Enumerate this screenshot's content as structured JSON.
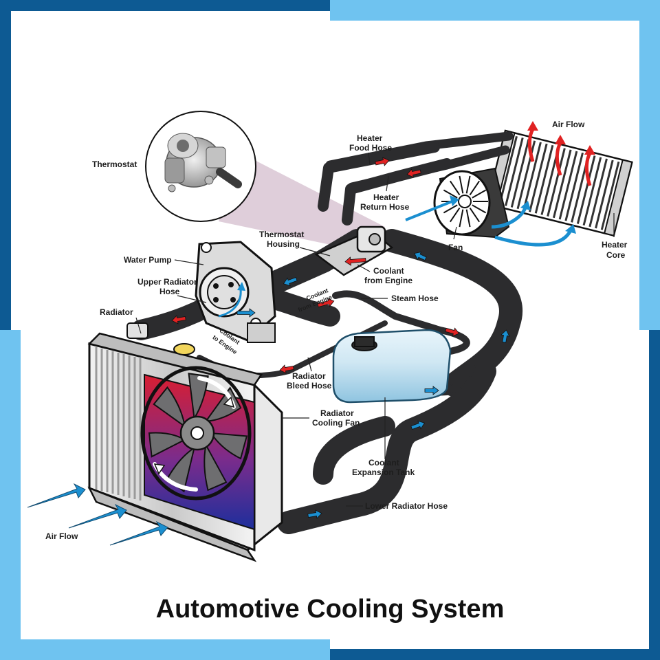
{
  "title": "Automotive Cooling System",
  "labels": {
    "thermostat": "Thermostat",
    "heater_food_hose_1": "Heater",
    "heater_food_hose_2": "Food Hose",
    "air_flow_top": "Air Flow",
    "heater_return_1": "Heater",
    "heater_return_2": "Return Hose",
    "thermostat_housing_1": "Thermostat",
    "thermostat_housing_2": "Housing",
    "fan": "Fan",
    "heater_core_1": "Heater",
    "heater_core_2": "Core",
    "water_pump": "Water Pump",
    "coolant_from_engine_1": "Coolant",
    "coolant_from_engine_2": "from Engine",
    "upper_radiator_hose_1": "Upper Radiator",
    "upper_radiator_hose_2": "Hose",
    "coolant_from_engine_small_1": "Coolant",
    "coolant_from_engine_small_2": "from Engine",
    "steam_hose": "Steam Hose",
    "radiator": "Radiator",
    "coolant_to_engine_1": "Coolant",
    "coolant_to_engine_2": "to Engine",
    "radiator_bleed_hose_1": "Radiator",
    "radiator_bleed_hose_2": "Bleed Hose",
    "radiator_cooling_fan_1": "Radiator",
    "radiator_cooling_fan_2": "Cooling Fan",
    "coolant_expansion_tank_1": "Coolant",
    "coolant_expansion_tank_2": "Expansion Tank",
    "lower_radiator_hose": "Lower Radiator Hose",
    "air_flow_bottom": "Air Flow"
  },
  "colors": {
    "frame_blue": "#6fc3f0",
    "frame_dark": "#0d5a93",
    "flow_hot": "#e02222",
    "flow_cool": "#1b8fd0",
    "hose": "#2c2c2e",
    "tank": "#b9dcef"
  },
  "icons": [
    "flow-arrow-icon",
    "fan-icon"
  ]
}
